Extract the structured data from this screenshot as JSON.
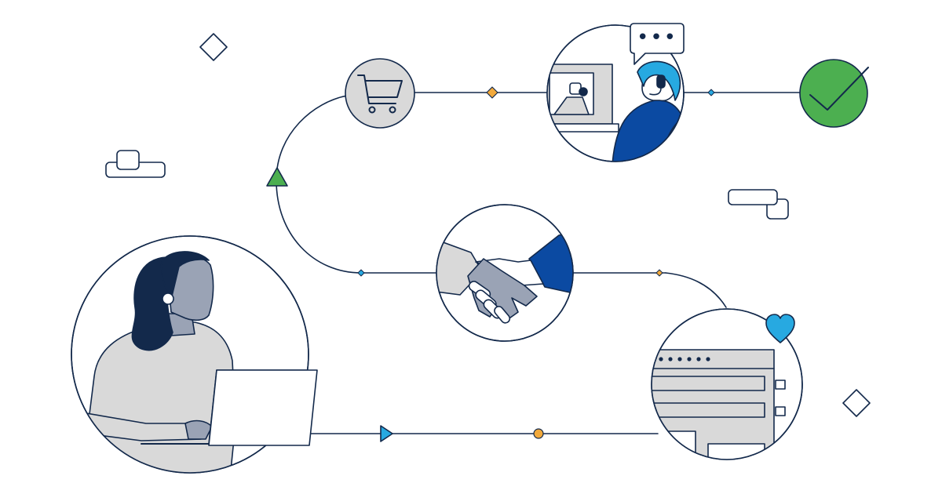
{
  "palette": {
    "navy": "#13294b",
    "gray": "#d9d9d9",
    "slate": "#9aa3b5",
    "green": "#4caf50",
    "blue": "#0b4aa2",
    "cyan": "#27a9e1",
    "orange": "#f2a93b",
    "white": "#ffffff"
  },
  "journey": {
    "stages": [
      {
        "id": "customer",
        "icon": "person-laptop-icon"
      },
      {
        "id": "partnership",
        "icon": "handshake-icon"
      },
      {
        "id": "shopping",
        "icon": "shopping-cart-icon"
      },
      {
        "id": "support",
        "icon": "support-agent-icon"
      },
      {
        "id": "app",
        "icon": "app-window-icon"
      },
      {
        "id": "success",
        "icon": "checkmark-icon"
      }
    ],
    "markers": [
      "triangle-up-marker",
      "triangle-right-marker",
      "diamond-marker",
      "dot-marker"
    ]
  },
  "support_bubble": {
    "text": "•••"
  }
}
